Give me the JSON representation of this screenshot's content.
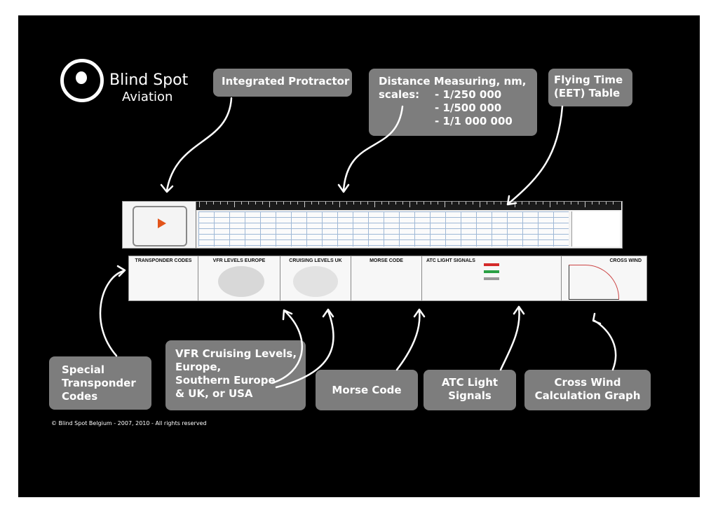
{
  "logo": {
    "line1": "Blind Spot",
    "line2": "Aviation"
  },
  "callouts": {
    "protractor": "Integrated Protractor",
    "distance_title": "Distance Measuring, nm,",
    "distance_scales_label": "scales:",
    "distance_scale_1": "- 1/250 000",
    "distance_scale_2": "- 1/500 000",
    "distance_scale_3": "- 1/1 000 000",
    "flying_time_1": "Flying Time",
    "flying_time_2": "(EET)  Table",
    "transponder_1": "Special",
    "transponder_2": "Transponder",
    "transponder_3": "Codes",
    "vfr_1": "VFR Cruising Levels,",
    "vfr_2": "Europe,",
    "vfr_3": "Southern Europe",
    "vfr_4": "& UK, or USA",
    "morse": "Morse Code",
    "atc_1": "ATC Light",
    "atc_2": "Signals",
    "crosswind_1": "Cross Wind",
    "crosswind_2": "Calculation Graph"
  },
  "panels": {
    "transponder": "TRANSPONDER CODES",
    "vfr_europe": "VFR LEVELS EUROPE",
    "cruising_uk": "CRUISING LEVELS UK",
    "morse": "MORSE CODE",
    "atc": "ATC LIGHT SIGNALS",
    "crosswind": "CROSS WIND"
  },
  "copyright": "© Blind Spot Belgium - 2007, 2010 - All rights reserved"
}
